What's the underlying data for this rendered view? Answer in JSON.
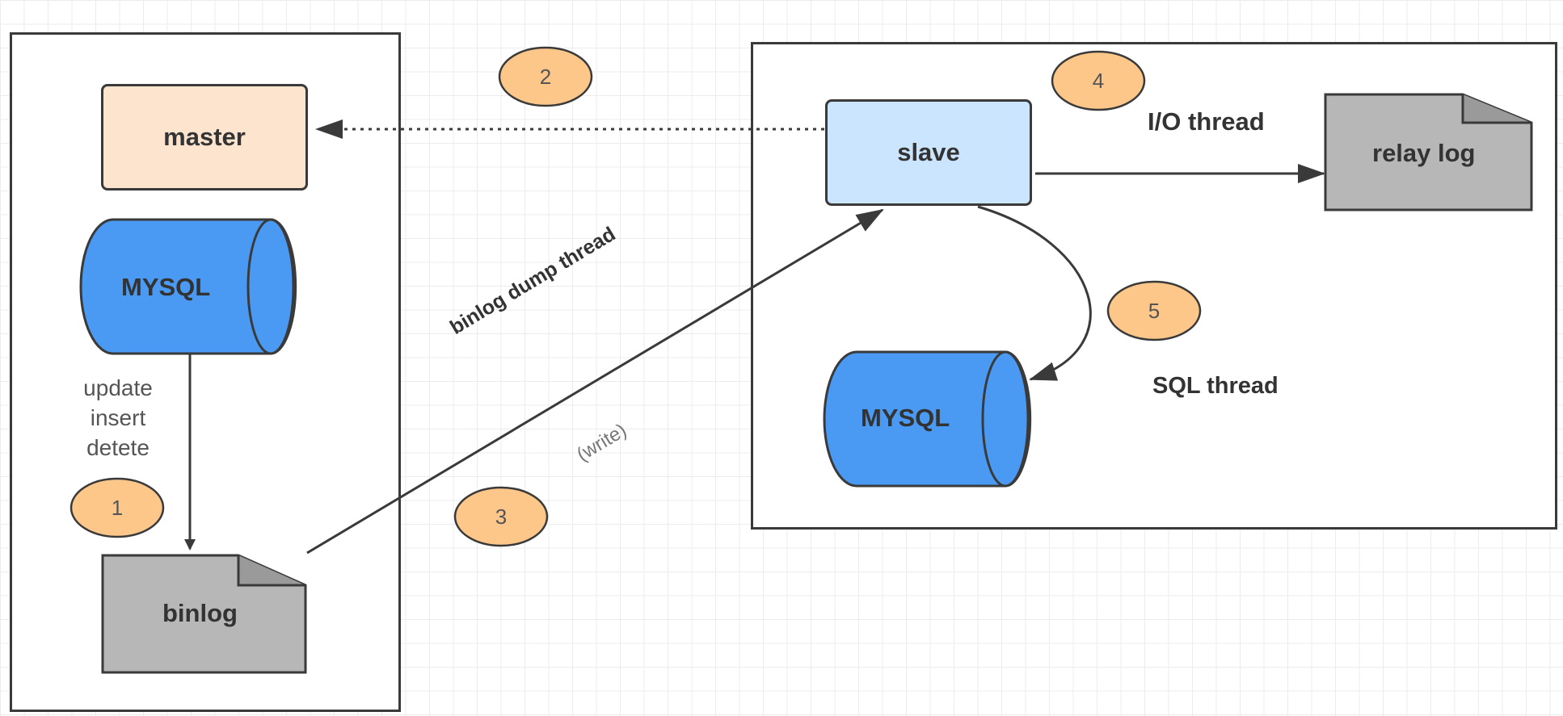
{
  "nodes": {
    "master": "master",
    "slave": "slave",
    "mysql_master": "MYSQL",
    "mysql_slave": "MYSQL",
    "binlog": "binlog",
    "relay_log": "relay log"
  },
  "labels": {
    "ops": [
      "update",
      "insert",
      "detete"
    ],
    "binlog_dump_thread": "binlog dump thread",
    "write": "(write)",
    "io_thread": "I/O thread",
    "sql_thread": "SQL thread"
  },
  "steps": [
    "1",
    "2",
    "3",
    "4",
    "5"
  ],
  "colors": {
    "master_fill": "#fde4cf",
    "slave_fill": "#cce5ff",
    "db_fill": "#4a9af3",
    "doc_fill": "#b7b7b7",
    "badge_fill": "#fdc78a",
    "stroke": "#3a3a3a"
  }
}
